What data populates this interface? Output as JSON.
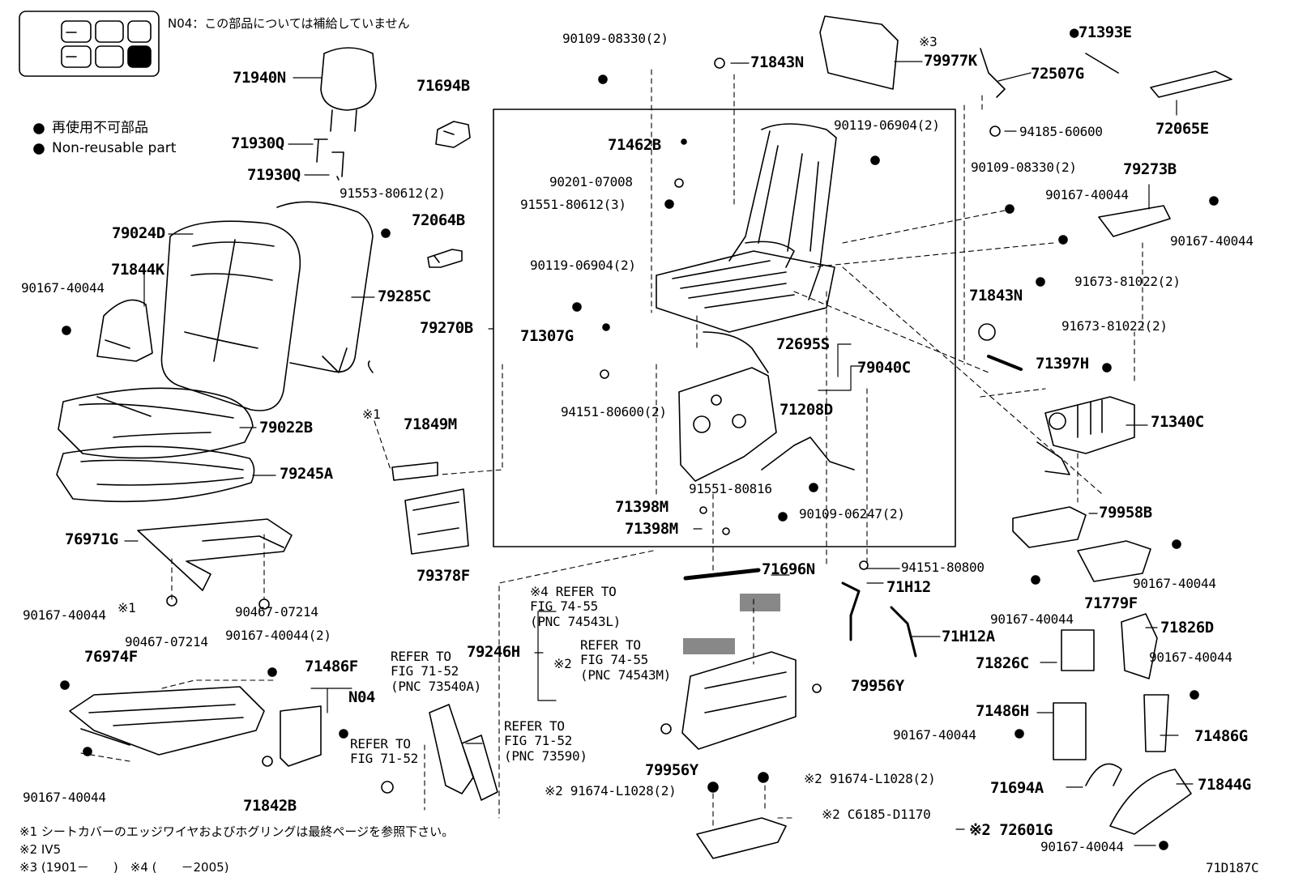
{
  "diagram_id": "71D187C",
  "notices": {
    "n04_note": "N04：この部品については補給していません",
    "nonreusable_ja": "再使用不可部品",
    "nonreusable_en": "Non-reusable part"
  },
  "footnotes": {
    "f1": "※1 シートカバーのエッジワイヤおよびホグリングは最終ページを参照下さい。",
    "f2": "※2 IV5",
    "f3": "※3 (1901－　　)　※4 (　　－2005)"
  },
  "refs": {
    "r1": "※4 REFER TO\nFIG 74-55\n(PNC 74543L)",
    "r2": "REFER TO\nFIG 74-55\n(PNC 74543M)",
    "r2_mark": "※2",
    "r3": "REFER TO\nFIG 71-52\n(PNC 73540A)",
    "r4": "REFER TO\nFIG 71-52\n(PNC 73590)",
    "r5": "REFER TO\nFIG 71-52"
  },
  "parts": {
    "p71940N": "71940N",
    "p71930Q_a": "71930Q",
    "p71930Q_b": "71930Q",
    "p71694B": "71694B",
    "p90109_08330_a": "90109-08330(2)",
    "p71843N_a": "71843N",
    "p79977K": "79977K",
    "mark3": "※3",
    "p72507G": "72507G",
    "p71393E": "●71393E",
    "p72065E": "72065E",
    "p94185_60600": "94185-60600",
    "p71462B": "71462B",
    "p90119_06904_a": "90119-06904(2)",
    "p90201_07008": "90201-07008",
    "p91551_80612": "91551-80612(3)",
    "p91553_80612": "91553-80612(2)",
    "p72064B": "72064B",
    "p79024D": "79024D",
    "p71844K": "71844K",
    "p90167_40044_a": "90167-40044",
    "p79285C": "79285C",
    "p79270B": "79270B",
    "p90119_06904_b": "90119-06904(2)",
    "p71307G": "71307G",
    "p90109_08330_b": "90109-08330(2)",
    "p79273B": "79273B",
    "p90167_40044_b": "90167-40044",
    "p90167_40044_c": "90167-40044",
    "p91673_81022_a": "91673-81022(2)",
    "p71843N_b": "71843N",
    "p91673_81022_b": "91673-81022(2)",
    "p72695S": "72695S",
    "p79040C": "79040C",
    "p71397H": "71397H",
    "p94151_80600": "94151-80600(2)",
    "p71849M": "71849M",
    "mark1_a": "※1",
    "p79022B": "79022B",
    "p71208D": "71208D",
    "p71340C": "71340C",
    "p79245A": "79245A",
    "p91551_80816": "91551-80816",
    "p71398M_a": "71398M",
    "p71398M_b": "71398M",
    "p90109_06247": "90109-06247(2)",
    "p79958B": "79958B",
    "p76971G": "76971G",
    "p79378F": "79378F",
    "p71696N": "71696N",
    "p94151_80800": "94151-80800",
    "p71H12": "71H12",
    "p90167_40044_d": "90167-40044",
    "p90167_40044_e": "90167-40044",
    "p90467_07214_a": "90467-07214",
    "mark1_b": "※1",
    "p71779F": "71779F",
    "p90467_07214_b": "90467-07214",
    "p90167_40044_f": "90167-40044(2)",
    "p79246H": "79246H",
    "p71H12A": "71H12A",
    "p71826D": "71826D",
    "p76974F": "76974F",
    "p71486F": "71486F",
    "p71826C": "71826C",
    "p90167_40044_g": "90167-40044",
    "pN04": "N04",
    "p79956Y_a": "79956Y",
    "p71486H": "71486H",
    "p90167_40044_h": "90167-40044",
    "p71486G": "71486G",
    "p79956Y_b": "79956Y",
    "p90167_40044_i": "90167-40044",
    "p71842B": "71842B",
    "p91674_L1028_a": "※2 91674-L1028(2)",
    "p91674_L1028_b": "※2 91674-L1028(2)",
    "p71694A": "71694A",
    "p71844G": "71844G",
    "pC6185": "※2 C6185-D1170",
    "p72601G": "※2 72601G",
    "p90167_40044_j": "90167-40044"
  }
}
